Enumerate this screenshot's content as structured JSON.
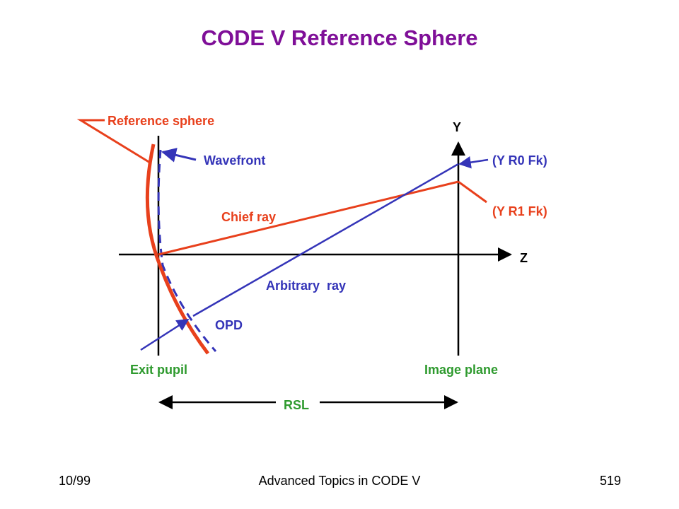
{
  "title": "CODE V Reference Sphere",
  "labels": {
    "reference_sphere": "Reference sphere",
    "wavefront": "Wavefront",
    "y_axis": "Y",
    "z_axis": "Z",
    "y_r0_fk": "(Y R0 Fk)",
    "y_r1_fk": "(Y R1 Fk)",
    "chief_ray": "Chief ray",
    "arbitrary_ray": "Arbitrary  ray",
    "opd": "OPD",
    "exit_pupil": "Exit pupil",
    "image_plane": "Image plane",
    "rsl": "RSL"
  },
  "colors": {
    "title": "#7f0f98",
    "red": "#e8401c",
    "blue": "#3434b8",
    "green": "#2e9a2e",
    "black": "#000000"
  },
  "footer": {
    "left": "10/99",
    "center": "Advanced Topics in CODE V",
    "right": "519"
  }
}
